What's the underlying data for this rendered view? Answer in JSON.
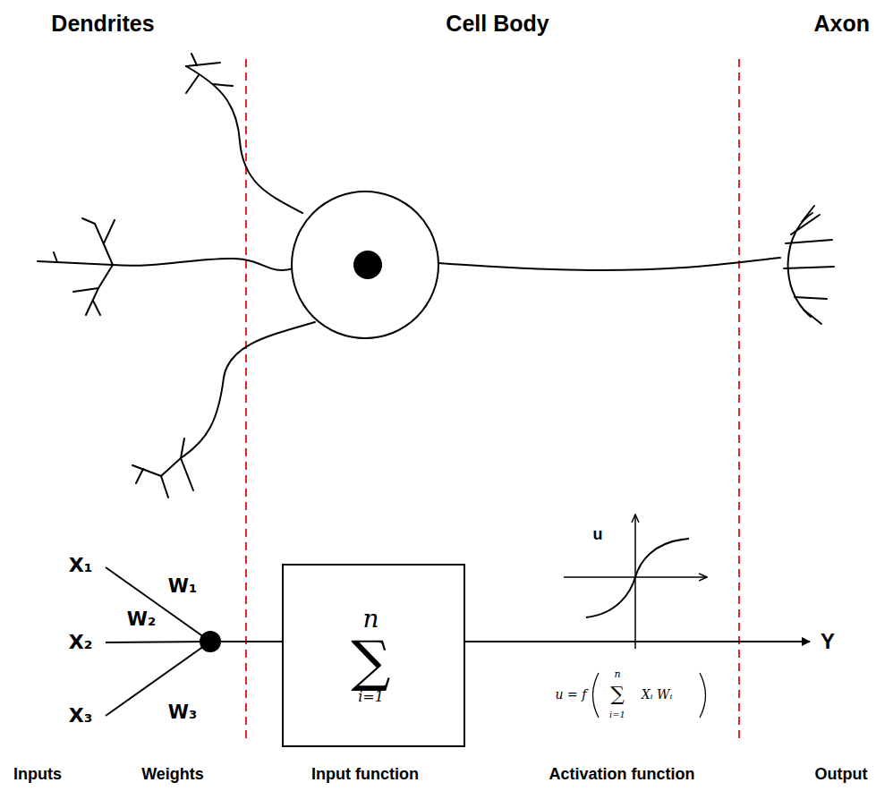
{
  "diagram": {
    "nodes": [
      {
        "text": [
          "n",
          "∑",
          "i=1",
          "Xᵢ Wᵢ"
        ]
      }
    ],
    "labels": [
      "Dendrites",
      "Cell Body",
      "Axon",
      "X₁",
      "W₁",
      "X₂",
      "W₂",
      "X₃",
      "W₃",
      "u",
      "u = f",
      "n",
      "∑",
      "i=1",
      "Xᵢ Wᵢ",
      "Y",
      "Inputs",
      "Weights",
      "Input function",
      "Activation function",
      "Output"
    ]
  }
}
